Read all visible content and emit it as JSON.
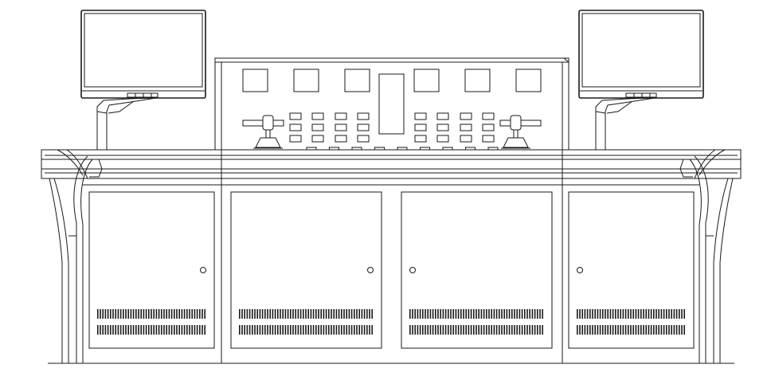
{
  "drawing": {
    "subject": "control-console-front-elevation",
    "colors": {
      "line": "#1a1a1a",
      "background": "#ffffff"
    },
    "monitors": [
      {
        "id": "left",
        "icon": "monitor-icon"
      },
      {
        "id": "right",
        "icon": "monitor-icon"
      }
    ],
    "control_panel": {
      "top_squares": 6,
      "button_columns": 8,
      "button_rows": 3,
      "joysticks": 2,
      "bottom_indicators": 9
    },
    "doors": [
      {
        "id": "door-1",
        "knob_side": "right"
      },
      {
        "id": "door-2",
        "knob_side": "right"
      },
      {
        "id": "door-3",
        "knob_side": "left"
      },
      {
        "id": "door-4",
        "knob_side": "left"
      }
    ]
  }
}
